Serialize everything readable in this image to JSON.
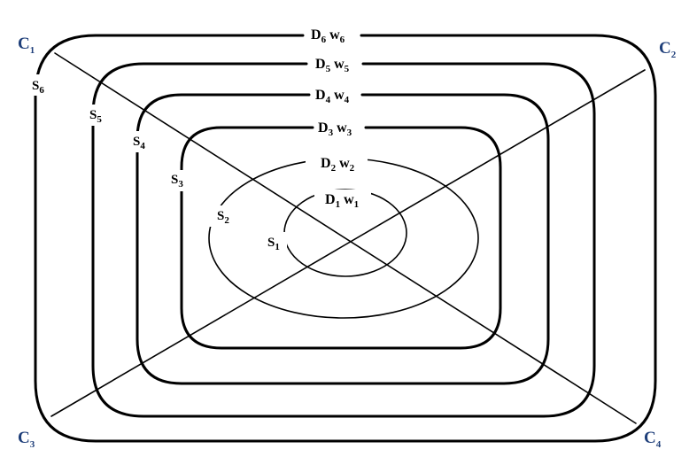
{
  "corners": [
    {
      "id": "C1",
      "main": "C",
      "sub": "1"
    },
    {
      "id": "C2",
      "main": "C",
      "sub": "2"
    },
    {
      "id": "C3",
      "main": "C",
      "sub": "3"
    },
    {
      "id": "C4",
      "main": "C",
      "sub": "4"
    }
  ],
  "loops": [
    {
      "id": 1,
      "shape": "ellipse",
      "d_main": "D",
      "d_sub": "1",
      "w_main": "w",
      "w_sub": "1",
      "s_main": "S",
      "s_sub": "1"
    },
    {
      "id": 2,
      "shape": "ellipse",
      "d_main": "D",
      "d_sub": "2",
      "w_main": "w",
      "w_sub": "2",
      "s_main": "S",
      "s_sub": "2"
    },
    {
      "id": 3,
      "shape": "rounded-rect",
      "d_main": "D",
      "d_sub": "3",
      "w_main": "w",
      "w_sub": "3",
      "s_main": "S",
      "s_sub": "3"
    },
    {
      "id": 4,
      "shape": "rounded-rect",
      "d_main": "D",
      "d_sub": "4",
      "w_main": "w",
      "w_sub": "4",
      "s_main": "S",
      "s_sub": "4"
    },
    {
      "id": 5,
      "shape": "rounded-rect",
      "d_main": "D",
      "d_sub": "5",
      "w_main": "w",
      "w_sub": "5",
      "s_main": "S",
      "s_sub": "5"
    },
    {
      "id": 6,
      "shape": "rounded-rect",
      "d_main": "D",
      "d_sub": "6",
      "w_main": "w",
      "w_sub": "6",
      "s_main": "S",
      "s_sub": "6"
    }
  ],
  "colors": {
    "line": "#000000",
    "corner_label": "#1f3f7a"
  }
}
